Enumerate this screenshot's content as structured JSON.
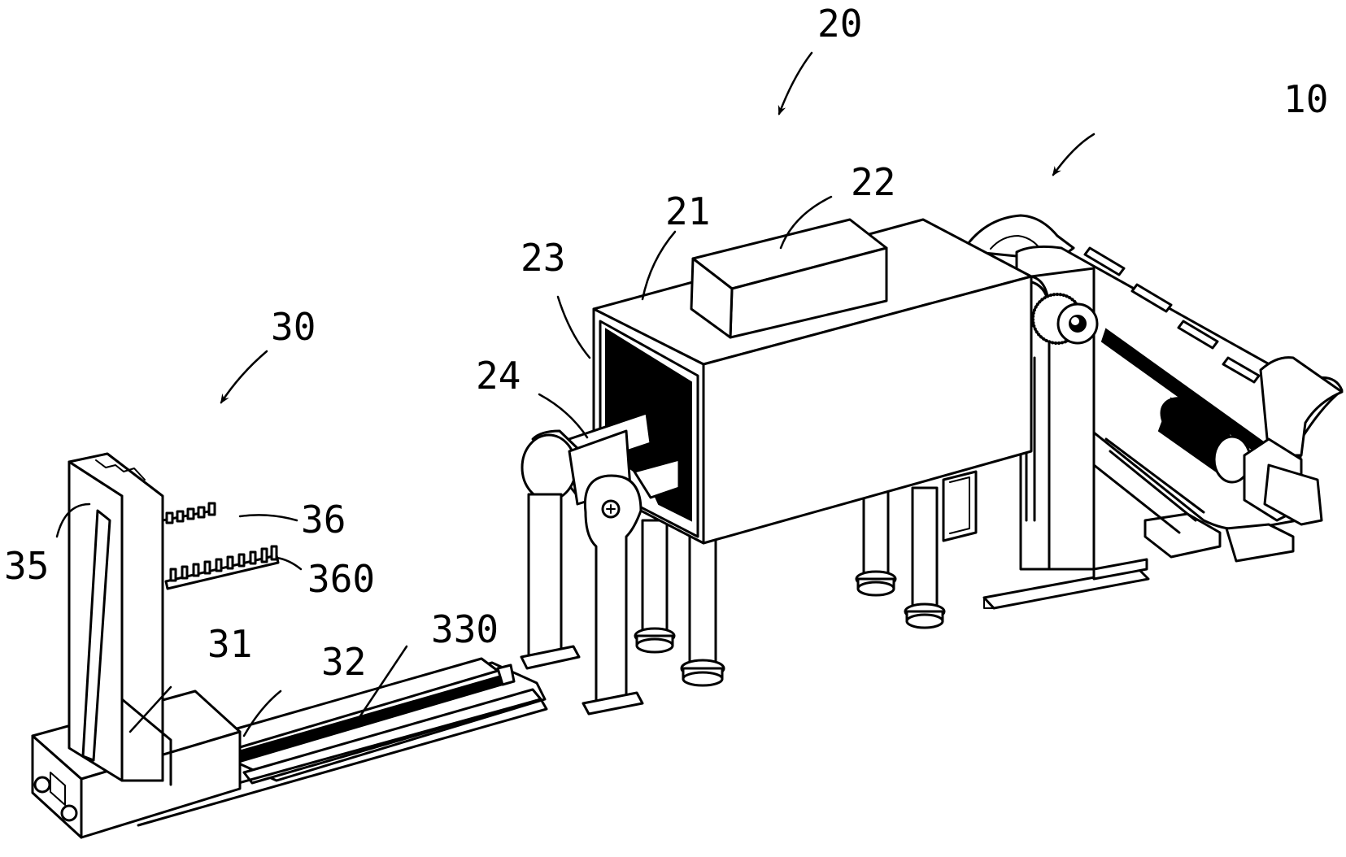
{
  "figure": {
    "type": "patent-perspective-drawing",
    "colors": {
      "line": "#000000",
      "background": "#ffffff"
    },
    "assemblies": [
      {
        "id": "10",
        "label": "10"
      },
      {
        "id": "20",
        "label": "20"
      },
      {
        "id": "30",
        "label": "30"
      }
    ],
    "parts": [
      {
        "id": "21",
        "label": "21"
      },
      {
        "id": "22",
        "label": "22"
      },
      {
        "id": "23",
        "label": "23"
      },
      {
        "id": "24",
        "label": "24"
      },
      {
        "id": "31",
        "label": "31"
      },
      {
        "id": "32",
        "label": "32"
      },
      {
        "id": "330",
        "label": "330"
      },
      {
        "id": "35",
        "label": "35"
      },
      {
        "id": "36",
        "label": "36"
      },
      {
        "id": "360",
        "label": "360"
      }
    ]
  }
}
